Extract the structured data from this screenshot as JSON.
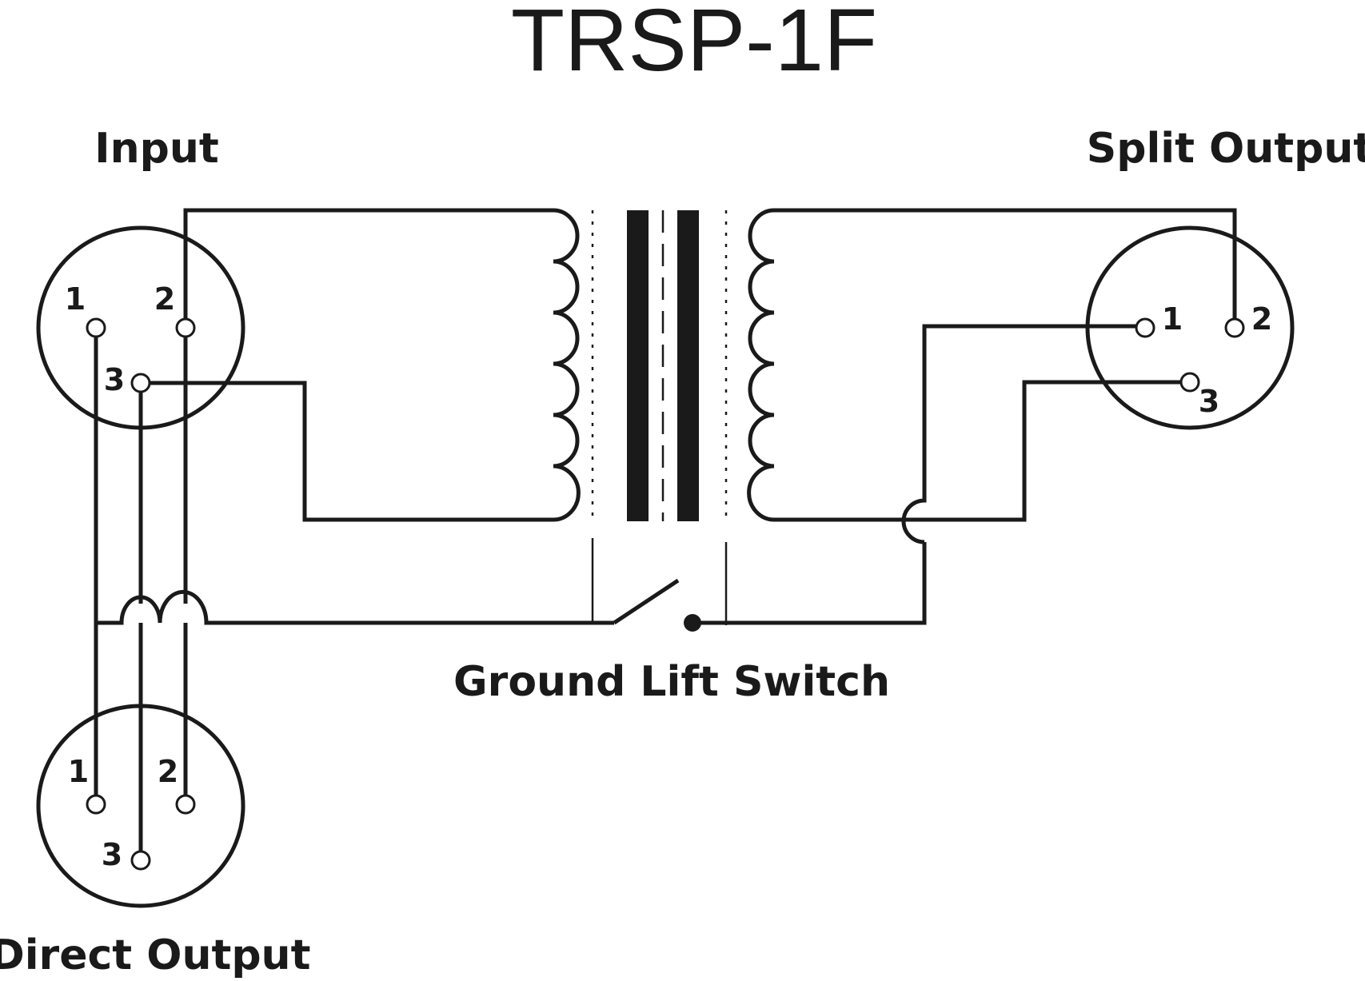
{
  "title": "TRSP-1F",
  "labels": {
    "input": "Input",
    "split_output": "Split Output",
    "direct_output": "Direct Output",
    "ground_lift_switch": "Ground Lift Switch"
  },
  "connectors": {
    "input": {
      "pins": [
        "1",
        "2",
        "3"
      ]
    },
    "direct_output": {
      "pins": [
        "1",
        "2",
        "3"
      ]
    },
    "split_output": {
      "pins": [
        "1",
        "2",
        "3"
      ]
    }
  },
  "colors": {
    "ink": "#1a1a1a",
    "background": "#ffffff"
  }
}
